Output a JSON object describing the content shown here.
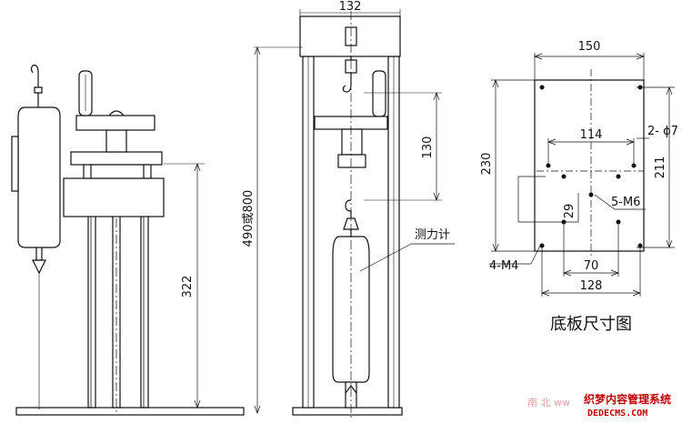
{
  "front_view": {
    "dim_height": "322"
  },
  "side_view": {
    "dim_width_top": "132",
    "dim_stroke": "130",
    "dim_total_height": "490或800",
    "label_gauge": "测力计"
  },
  "base_plate": {
    "dim_width": "150",
    "dim_height": "230",
    "dim_hole_spacing_x": "114",
    "dim_hole_spacing_y": "211",
    "dim_hole_label": "2- ϕ7",
    "dim_29": "29",
    "dim_m6": "5-M6",
    "dim_m4": "4-M4",
    "dim_70": "70",
    "dim_128": "128",
    "title": "底板尺寸图"
  },
  "watermark": {
    "small": "南 北  ww",
    "brand": "织梦内容管理系统",
    "url": "DEDECMS.COM"
  }
}
